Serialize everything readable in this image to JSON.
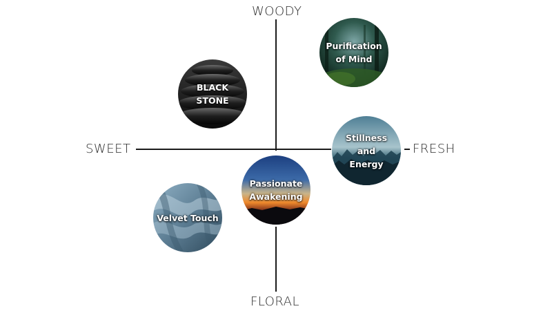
{
  "axes": {
    "top": "WOODY",
    "bottom": "FLORAL",
    "left": "SWEET",
    "right": "FRESH"
  },
  "scents": [
    {
      "label": "Purification\nof Mind",
      "image": "misty-forest"
    },
    {
      "label": "BLACK STONE",
      "image": "stacked-black-stones"
    },
    {
      "label": "Stillness\nand\nEnergy",
      "image": "forest-mountain-horizon"
    },
    {
      "label": "Passionate\nAwakening",
      "image": "sunset-sky"
    },
    {
      "label": "Velvet Touch",
      "image": "blue-silk-fabric"
    }
  ],
  "colors": {
    "axis": "#1a1a1a",
    "label_text": "#ffffff"
  }
}
